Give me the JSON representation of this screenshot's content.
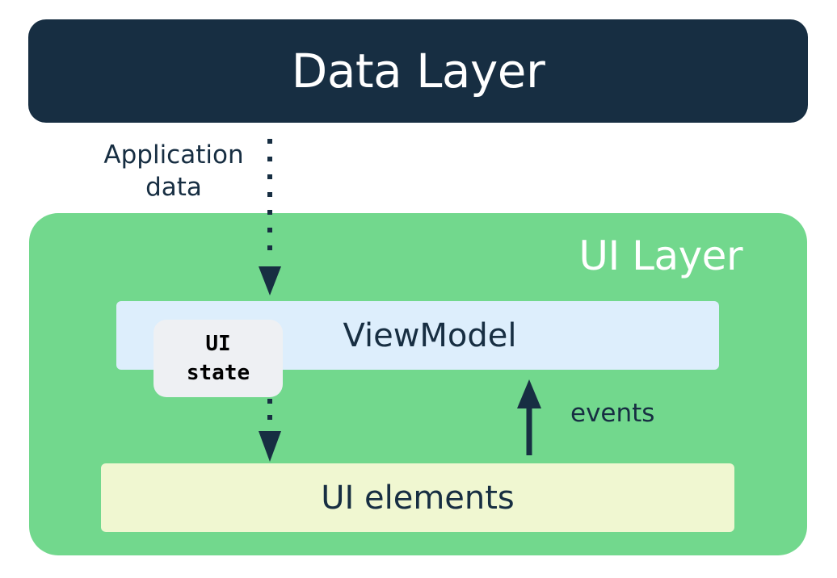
{
  "colors": {
    "data_layer_bg": "#172e42",
    "ui_layer_bg": "#72d88d",
    "viewmodel_bg": "#ddeefc",
    "ui_elements_bg": "#f0f7d1",
    "ui_state_bg": "#eef0f3",
    "text_dark": "#172e42",
    "text_white": "#ffffff",
    "arrow": "#172e42"
  },
  "data_layer": {
    "title": "Data Layer"
  },
  "application_data": {
    "line1": "Application",
    "line2": "data"
  },
  "ui_layer": {
    "title": "UI Layer"
  },
  "viewmodel": {
    "label": "ViewModel"
  },
  "ui_state": {
    "line1": "UI",
    "line2": "state"
  },
  "ui_elements": {
    "label": "UI elements"
  },
  "events": {
    "label": "events"
  }
}
